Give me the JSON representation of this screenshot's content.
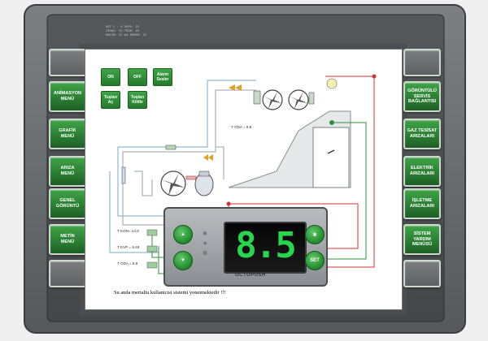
{
  "left_menu": [
    {
      "label": "ANİMASYON\nMENÜ"
    },
    {
      "label": "GRAFİK\nMENÜ"
    },
    {
      "label": "ARIZA\nMENÜ"
    },
    {
      "label": "GENEL\nGÖRÜNTÜ"
    },
    {
      "label": "METİN\nMENÜ"
    }
  ],
  "right_menu": [
    {
      "label": "GÖRÜNTÜLÜ\nSERVİS\nBAĞLANTISI"
    },
    {
      "label": "GAZ TESİSAT\nARIZALARI"
    },
    {
      "label": "ELEKTRİK\nARIZALARI"
    },
    {
      "label": "İŞLETME\nARIZALARI"
    },
    {
      "label": "SİSTEM\nYARDIM\nMENÜSÜ"
    }
  ],
  "info_panel": {
    "line1": "SET C : 8      DEPO: 22",
    "line2": "CIHAZ: 22      TEDH: 22",
    "line3": "HACIM: 22 m3   SENSR: 22"
  },
  "control_buttons": {
    "on": "ON",
    "off": "OFF",
    "alarm": "Alarm\nSesler",
    "toslari_ac": "Tuşları\nAç",
    "toslari_kilitle": "Tuşları\nKilitle"
  },
  "readings": {
    "t_oda_top": "T ODA =     8.8",
    "t_kon": "T KON=    24.8",
    "t_evp": "T EVP =    9.48",
    "t_oda": "T ODA =     8.8"
  },
  "controller": {
    "display_value": "8.5",
    "brand": "OCTOPUSH",
    "set_label": "SET"
  },
  "status": {
    "message": "Su anda mertaltu kullanicisi sistemi yonetmektedir !!!"
  },
  "colors": {
    "accent_green": "#2b8a33",
    "pipe_red": "#d23232",
    "pipe_green": "#2f8f3c",
    "display_green": "#27d64e"
  }
}
